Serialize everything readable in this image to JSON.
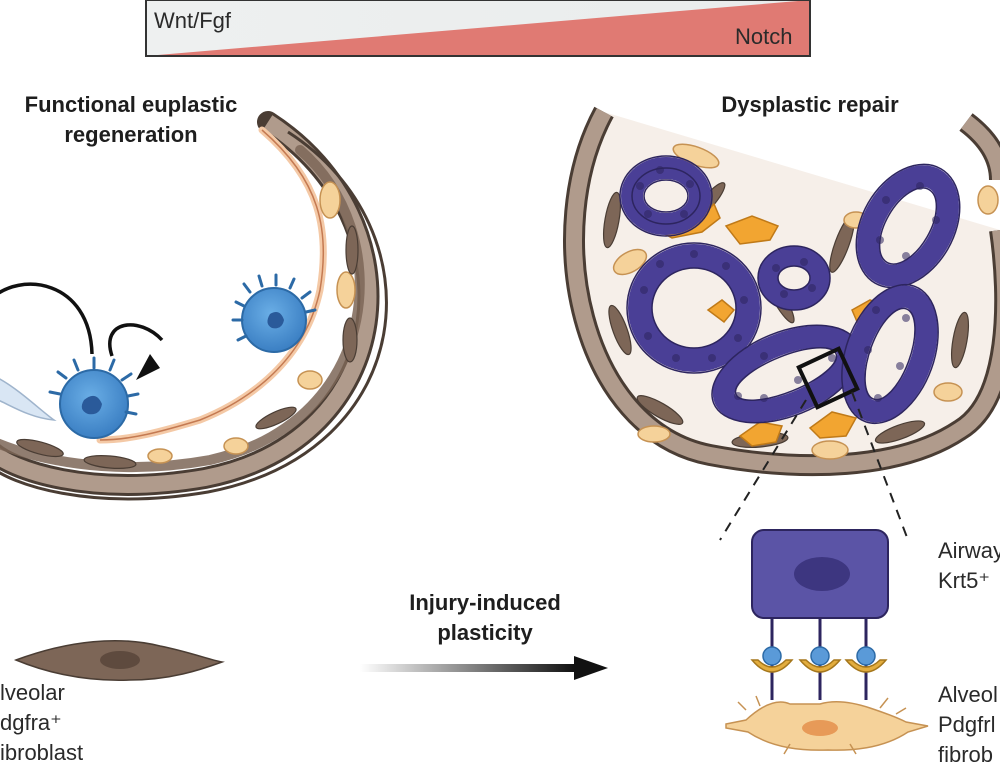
{
  "gradient_bar": {
    "left_label": "Wnt/Fgf",
    "right_label": "Notch",
    "colors": {
      "left": "#eef0f0",
      "right": "#e07a73"
    }
  },
  "panels": {
    "left_title_line1": "Functional euplastic",
    "left_title_line2": "regeneration",
    "right_title": "Dysplastic repair"
  },
  "arrow_label_line1": "Injury-induced",
  "arrow_label_line2": "plasticity",
  "legend": {
    "fibroblast_left": [
      "lveolar",
      "dgfra⁺",
      "ibroblast"
    ],
    "airway_cell": [
      "Airway",
      "Krt5⁺"
    ],
    "fibroblast_right": [
      "Alveol",
      "Pdgfrl",
      "fibrob"
    ]
  },
  "colors": {
    "vessel_wall": "#b09b8c",
    "vessel_outline": "#4a3d34",
    "fibroblast": "#7d6657",
    "alveolar_cell": "#4a8fd0",
    "airway_cell": "#4a3f96",
    "stromal_cell": "#f0c07a",
    "orange_cell": "#f2a531"
  }
}
